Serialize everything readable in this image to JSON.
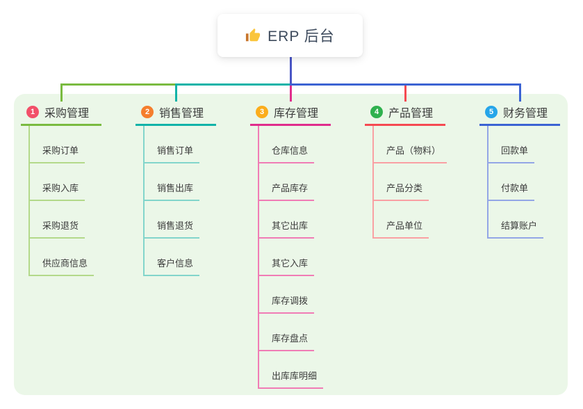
{
  "root": {
    "icon": "thumbs-up-icon",
    "label": "ERP 后台"
  },
  "colors": {
    "canvas_bg": "#FFFFFF",
    "panel_bg": "#EBF7E8",
    "root_line": "#4A56C6",
    "root_text": "#3D4A5C",
    "title_text": "#3B3B3B",
    "child_text": "#3C3C3C",
    "thumb_hand": "#FAC53C",
    "thumb_cuff": "#C8752C"
  },
  "branches": [
    {
      "index": "1",
      "label": "采购管理",
      "badge_color": "#F25069",
      "line_color": "#7ABB40",
      "child_line_color": "#B3D98A",
      "children": [
        "采购订单",
        "采购入库",
        "采购退货",
        "供应商信息"
      ]
    },
    {
      "index": "2",
      "label": "销售管理",
      "badge_color": "#F57E2D",
      "line_color": "#11B3A8",
      "child_line_color": "#82D5CB",
      "children": [
        "销售订单",
        "销售出库",
        "销售退货",
        "客户信息"
      ]
    },
    {
      "index": "3",
      "label": "库存管理",
      "badge_color": "#FBAD1C",
      "line_color": "#E02D8C",
      "child_line_color": "#F07CB5",
      "children": [
        "仓库信息",
        "产品库存",
        "其它出库",
        "其它入库",
        "库存调拨",
        "库存盘点",
        "出库库明细"
      ]
    },
    {
      "index": "4",
      "label": "产品管理",
      "badge_color": "#2FB14E",
      "line_color": "#F54A52",
      "child_line_color": "#F9A0A3",
      "children": [
        "产品（物料）",
        "产品分类",
        "产品单位"
      ]
    },
    {
      "index": "5",
      "label": "财务管理",
      "badge_color": "#26A5E9",
      "line_color": "#3B63D3",
      "child_line_color": "#93A6E6",
      "children": [
        "回款单",
        "付款单",
        "结算账户"
      ]
    }
  ]
}
